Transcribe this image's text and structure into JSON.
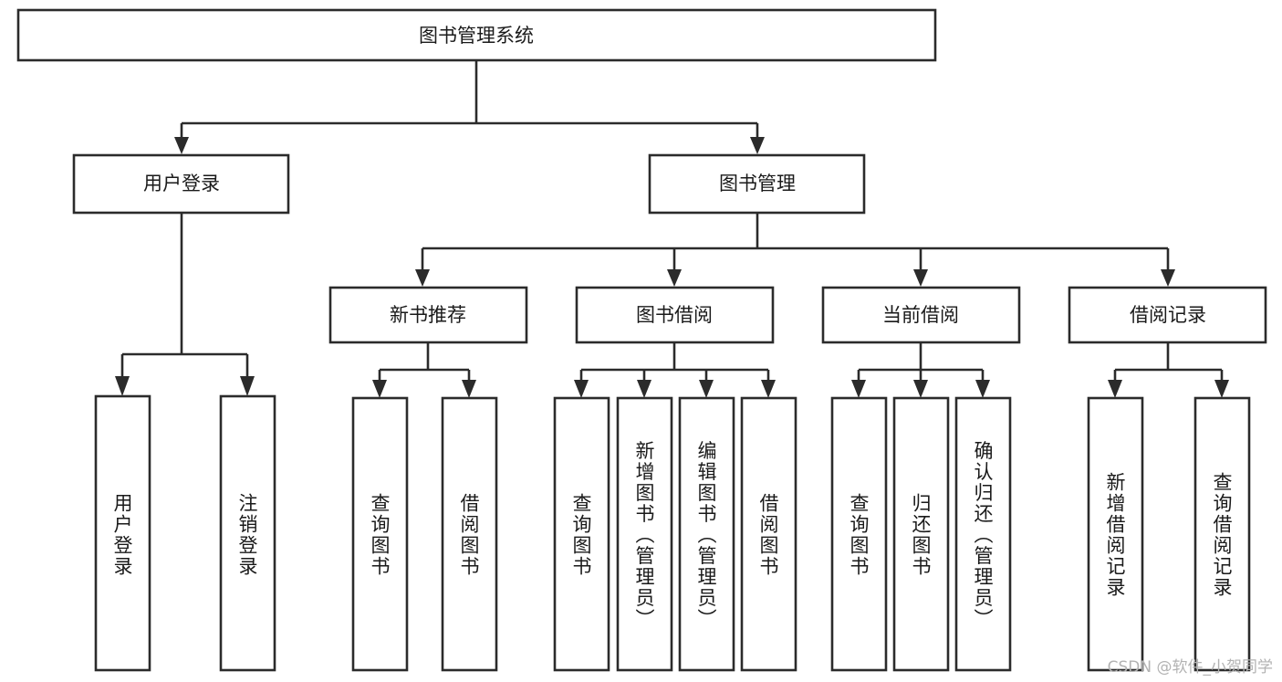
{
  "diagram": {
    "type": "hierarchy-tree",
    "title": "图书管理系统",
    "watermark": "CSDN @软件_小贺同学",
    "levels": {
      "root": {
        "label": "图书管理系统"
      },
      "level2": [
        {
          "id": "user-login",
          "label": "用户登录"
        },
        {
          "id": "book-management",
          "label": "图书管理"
        }
      ],
      "level3": [
        {
          "id": "new-book-recommend",
          "label": "新书推荐",
          "parent": "book-management"
        },
        {
          "id": "book-borrow",
          "label": "图书借阅",
          "parent": "book-management"
        },
        {
          "id": "current-borrow",
          "label": "当前借阅",
          "parent": "book-management"
        },
        {
          "id": "borrow-record",
          "label": "借阅记录",
          "parent": "book-management"
        }
      ],
      "leaves": [
        {
          "id": "leaf-user-login",
          "label": "用户登录",
          "parent": "user-login"
        },
        {
          "id": "leaf-logout-login",
          "label": "注销登录",
          "parent": "user-login"
        },
        {
          "id": "leaf-query-book-1",
          "label": "查询图书",
          "parent": "new-book-recommend"
        },
        {
          "id": "leaf-borrow-book-1",
          "label": "借阅图书",
          "parent": "new-book-recommend"
        },
        {
          "id": "leaf-query-book-2",
          "label": "查询图书",
          "parent": "book-borrow"
        },
        {
          "id": "leaf-add-book",
          "label": "新增图书（管理员）",
          "parent": "book-borrow"
        },
        {
          "id": "leaf-edit-book",
          "label": "编辑图书（管理员）",
          "parent": "book-borrow"
        },
        {
          "id": "leaf-borrow-book-2",
          "label": "借阅图书",
          "parent": "book-borrow"
        },
        {
          "id": "leaf-query-book-3",
          "label": "查询图书",
          "parent": "current-borrow"
        },
        {
          "id": "leaf-return-book",
          "label": "归还图书",
          "parent": "current-borrow"
        },
        {
          "id": "leaf-confirm-return",
          "label": "确认归还（管理员）",
          "parent": "current-borrow"
        },
        {
          "id": "leaf-add-record",
          "label": "新增借阅记录",
          "parent": "borrow-record"
        },
        {
          "id": "leaf-query-record",
          "label": "查询借阅记录",
          "parent": "borrow-record"
        }
      ]
    },
    "colors": {
      "box_stroke": "#2b2b2b",
      "box_fill": "#ffffff",
      "text": "#1a1a1a",
      "background": "#ffffff",
      "watermark": "#b3b3b3"
    }
  }
}
